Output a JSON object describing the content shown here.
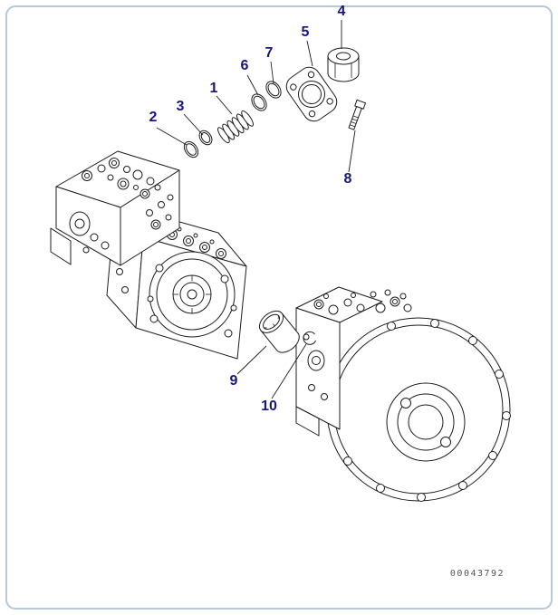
{
  "figure": {
    "code": "00043792"
  },
  "callouts": [
    {
      "label": "1"
    },
    {
      "label": "2"
    },
    {
      "label": "3"
    },
    {
      "label": "4"
    },
    {
      "label": "5"
    },
    {
      "label": "6"
    },
    {
      "label": "7"
    },
    {
      "label": "8"
    },
    {
      "label": "9"
    },
    {
      "label": "10"
    }
  ],
  "colors": {
    "line": "#1c1c1c",
    "callout": "#15157d",
    "border": "#b7c8da",
    "code": "#555555",
    "background": "#ffffff"
  }
}
